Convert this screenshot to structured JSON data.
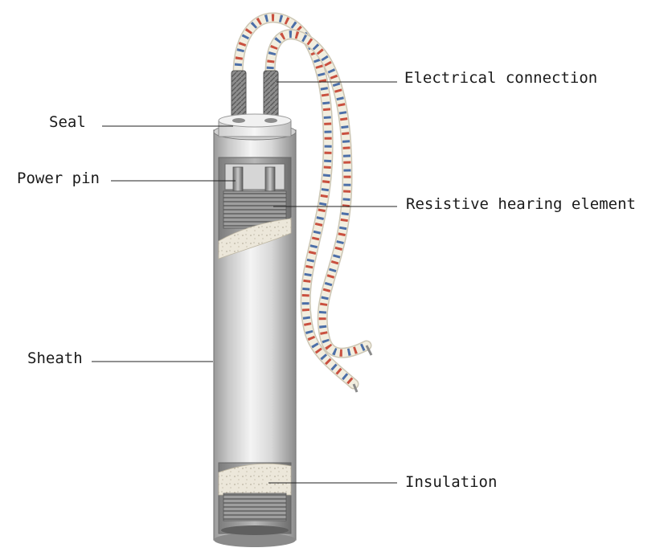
{
  "labels": {
    "electrical_connection": "Electrical connection",
    "seal": "Seal",
    "power_pin": "Power pin",
    "resistive_element": "Resistive hearing element",
    "sheath": "Sheath",
    "insulation": "Insulation"
  },
  "colors": {
    "sheath_light": "#e4e4e4",
    "sheath_dark": "#8a8a8a",
    "insulation_fill": "#e9e4d8",
    "wire_braid": "#f2eedf",
    "wire_stripe_red": "#c9503f",
    "wire_stripe_blue": "#4c6fa8",
    "leader_line": "#222222"
  }
}
